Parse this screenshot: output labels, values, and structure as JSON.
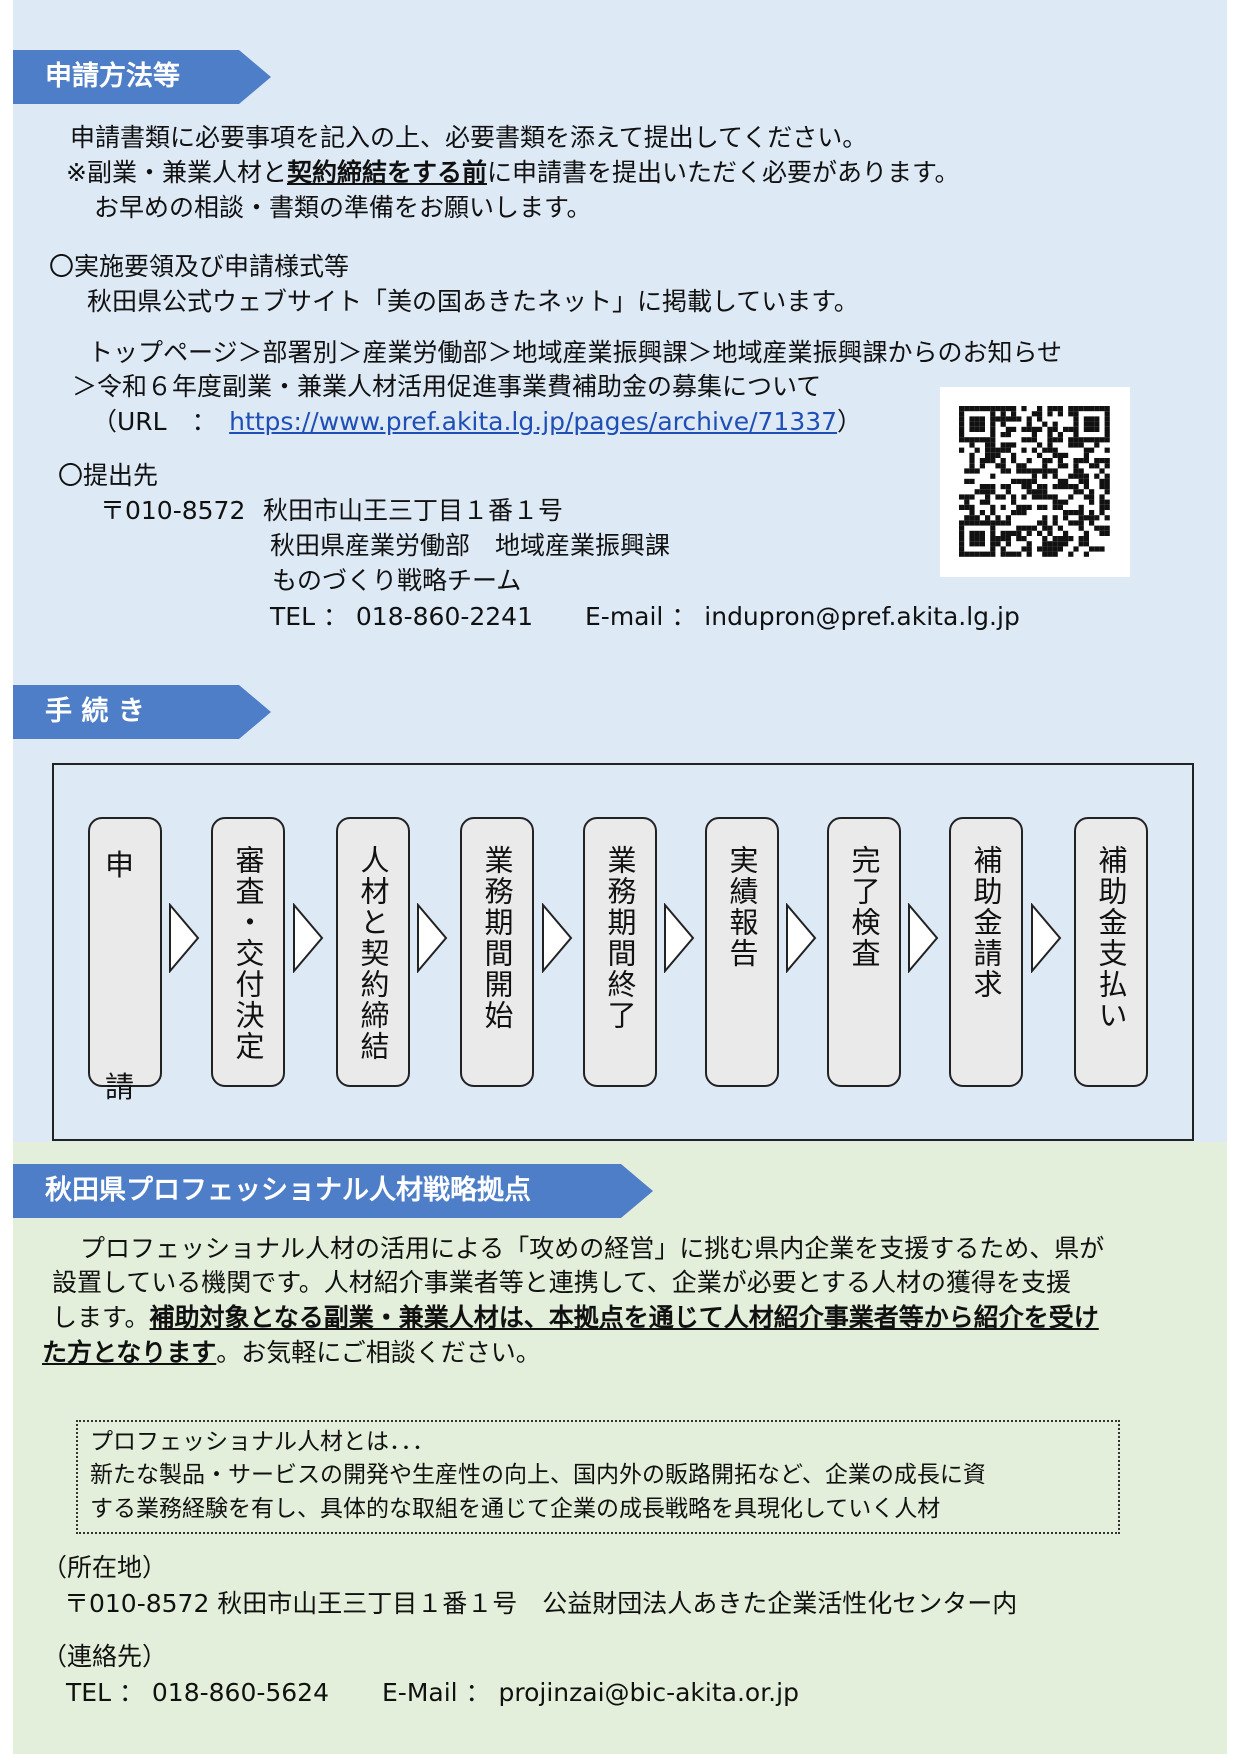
{
  "section1": {
    "banner": "申請方法等",
    "lines": [
      "申請書類に必要事項を記入の上、必要書類を添えて提出してください。",
      "お早めの相談・書類の準備をお願いします。"
    ],
    "note_pre": "※副業・兼業人材と",
    "note_bold": "契約締結をする前",
    "note_post": "に申請書を提出いただく必要があります。",
    "guide_title": "〇実施要領及び申請様式等",
    "guide_text": "秋田県公式ウェブサイト「美の国あきたネット」に掲載しています。",
    "breadcrumb1": "トップページ＞部署別＞産業労働部＞地域産業振興課＞地域産業振興課からのお知らせ",
    "breadcrumb2": "＞令和６年度副業・兼業人材活用促進事業費補助金の募集について",
    "url_pre": "（URL　：　",
    "url": "https://www.pref.akita.lg.jp/pages/archive/71337",
    "url_post": "）",
    "submit_title": "〇提出先",
    "postal": "〒010-8572",
    "address": "秋田市山王三丁目１番１号",
    "dept": "秋田県産業労働部　地域産業振興課",
    "team": "ものづくり戦略チーム",
    "tel": "TEL ： 018-860-2241",
    "email": "E-mail ： indupron@pref.akita.lg.jp"
  },
  "section2": {
    "banner": "手 続 き",
    "steps": [
      "申請",
      "審査・交付決定",
      "人材と契約締結",
      "業務期間開始",
      "業務期間終了",
      "実績報告",
      "完了検査",
      "補助金請求",
      "補助金支払い"
    ]
  },
  "section3": {
    "banner": "秋田県プロフェッショナル人材戦略拠点",
    "p1": "プロフェッショナル人材の活用による「攻めの経営」に挑む県内企業を支援するため、県が",
    "p2": "設置している機関です。人材紹介事業者等と連携して、企業が必要とする人材の獲得を支援",
    "p3_pre": "します。",
    "p3_bold": "補助対象となる副業・兼業人材は、本拠点を通じて人材紹介事業者等から紹介を受け",
    "p4_bold": "た方となります",
    "p4_post": "。お気軽にご相談ください。",
    "box1": "プロフェッショナル人材とは．．．",
    "box2": "新たな製品・サービスの開発や生産性の向上、国内外の販路開拓など、企業の成長に資",
    "box3": "する業務経験を有し、具体的な取組を通じて企業の成長戦略を具現化していく人材",
    "loc_title": "（所在地）",
    "loc": "〒010-8572  秋田市山王三丁目１番１号　公益財団法人あきた企業活性化センター内",
    "contact_title": "（連絡先）",
    "contact_tel": "TEL ： 018-860-5624",
    "contact_mail": "E-Mail ： projinzai@bic-akita.or.jp"
  }
}
